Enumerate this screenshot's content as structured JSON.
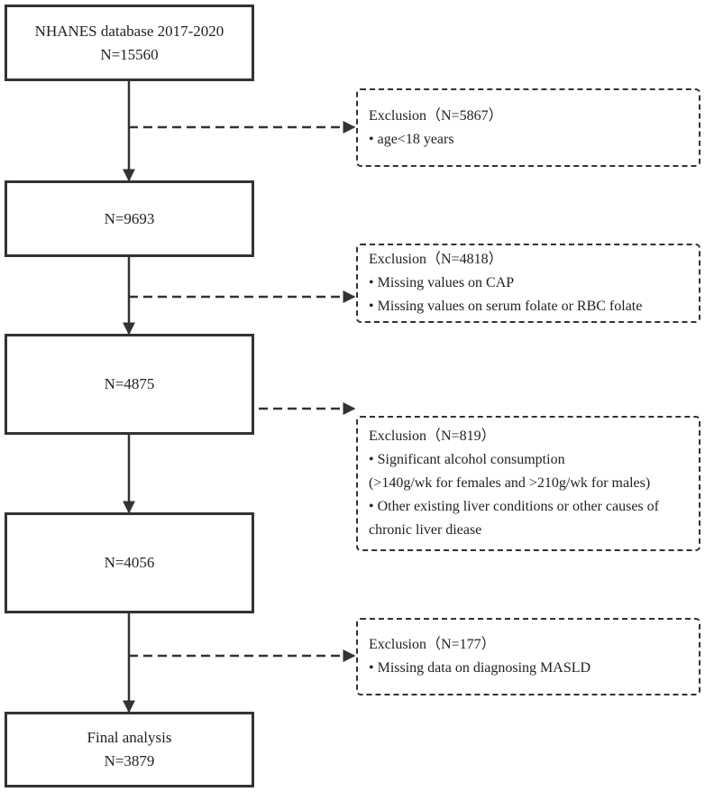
{
  "main_boxes": [
    {
      "lines": [
        "NHANES database 2017-2020",
        "N=15560"
      ]
    },
    {
      "lines": [
        "N=9693"
      ]
    },
    {
      "lines": [
        "N=4875"
      ]
    },
    {
      "lines": [
        "N=4056"
      ]
    },
    {
      "lines": [
        "Final analysis",
        "N=3879"
      ]
    }
  ],
  "exclusion_boxes": [
    {
      "title": "Exclusion（N=5867）",
      "lines": [
        "• age<18 years"
      ]
    },
    {
      "title": "Exclusion（N=4818）",
      "lines": [
        "• Missing values on CAP",
        "• Missing values on serum folate or  RBC folate"
      ]
    },
    {
      "title": "Exclusion（N=819）",
      "lines": [
        "• Significant alcohol consumption",
        "(>140g/wk for females and >210g/wk for males)",
        "• Other existing liver conditions or other causes of",
        "chronic  liver diease"
      ]
    },
    {
      "title": "Exclusion（N=177）",
      "lines": [
        "• Missing data on diagnosing MASLD"
      ]
    }
  ]
}
